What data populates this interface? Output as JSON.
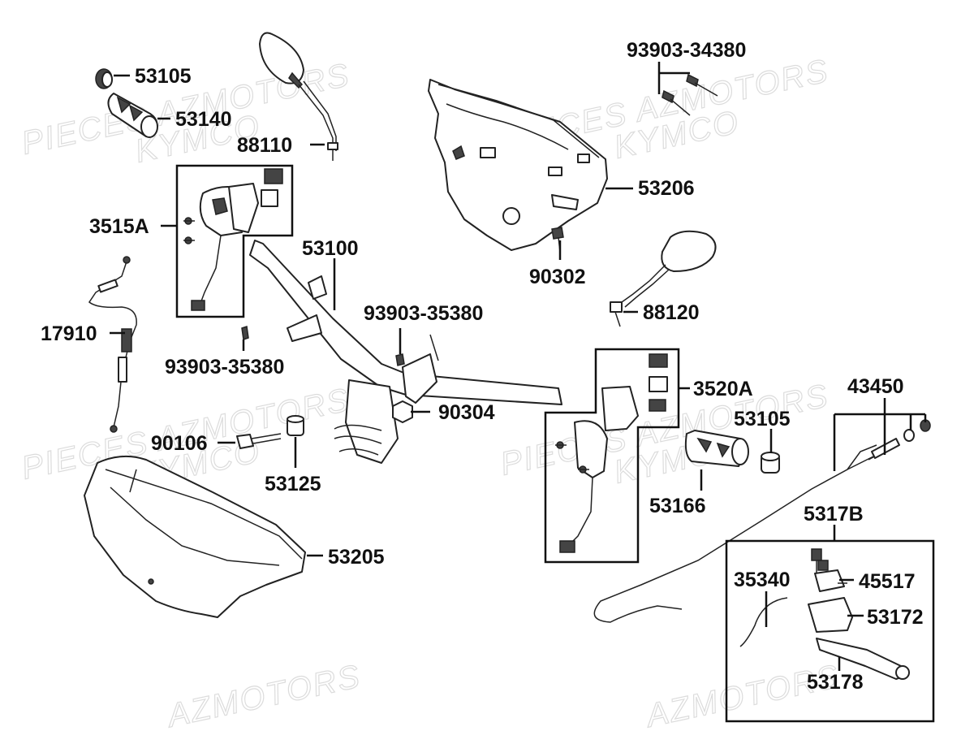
{
  "watermarks": {
    "pieces_azmotors": "PIECES AZMOTORS",
    "kymco": "KYMCO",
    "azmotors": "AZMOTORS"
  },
  "labels": {
    "p53105_top": "53105",
    "p53140": "53140",
    "p88110": "88110",
    "p3515A": "3515A",
    "p53100": "53100",
    "p17910": "17910",
    "p93903_35380_left": "93903-35380",
    "p93903_35380_mid": "93903-35380",
    "p93903_34380": "93903-34380",
    "p53206": "53206",
    "p90302": "90302",
    "p88120": "88120",
    "p90304": "90304",
    "p3520A": "3520A",
    "p43450": "43450",
    "p53105_right": "53105",
    "p90106": "90106",
    "p53125": "53125",
    "p53166": "53166",
    "p5317B": "5317B",
    "p53205": "53205",
    "p35340": "35340",
    "p45517": "45517",
    "p53172": "53172",
    "p53178": "53178"
  }
}
